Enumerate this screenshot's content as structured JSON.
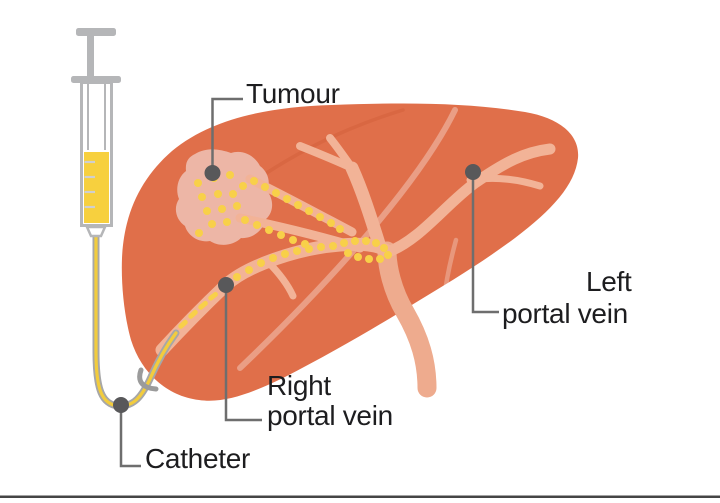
{
  "figure": {
    "type": "medical-illustration",
    "subject": "Liver tumour embolisation via catheter in the portal vein",
    "labels": {
      "tumour": "Tumour",
      "left_portal_vein": [
        "Left",
        "portal vein"
      ],
      "right_portal_vein": [
        "Right",
        "portal vein"
      ],
      "catheter": "Catheter"
    },
    "colors": {
      "liver": "#e06f4a",
      "liver_crease": "#d2603a",
      "vessel": "#f2b397",
      "portal_trunk": "#eeab8e",
      "tumour_fill": "#edb6a6",
      "beads": "#f8d049",
      "catheter_fluid": "#f2cc3d",
      "catheter_wall": "#a7a7a7",
      "entry_clip": "#9b9b9b",
      "syringe_body": "#b5b6b8",
      "syringe_fluid": "#f7d03e",
      "leader_line": "#6e6e6e",
      "leader_dot": "#58585a",
      "label_text": "#1d1d1f",
      "footer_rule": "#454545"
    }
  }
}
